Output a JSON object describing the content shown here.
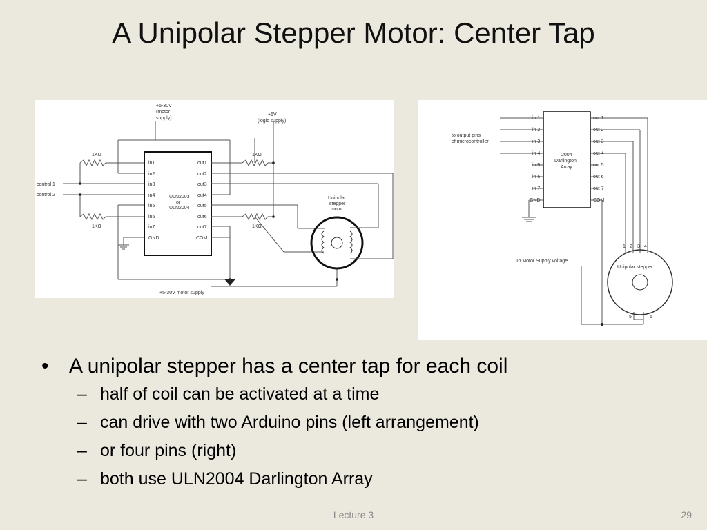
{
  "slide": {
    "title": "A Unipolar Stepper Motor: Center Tap",
    "footer": "Lecture 3",
    "page_number": "29"
  },
  "left_diagram": {
    "motor_supply_top": "+5-30V",
    "motor_supply_top_2": "(motor",
    "motor_supply_top_3": "supply)",
    "logic_supply": "+5V",
    "logic_supply_2": "(logic supply)",
    "resistor_label": "1KΩ",
    "control_1": "control 1",
    "control_2": "control 2",
    "inputs": [
      "in1",
      "in2",
      "in3",
      "in4",
      "in5",
      "in6",
      "in7",
      "GND"
    ],
    "outputs": [
      "out1",
      "out2",
      "out3",
      "out4",
      "out5",
      "out6",
      "out7",
      "COM"
    ],
    "chip_line1": "ULN2003",
    "chip_line2": "or",
    "chip_line3": "ULN2004",
    "motor_line1": "Unipolar",
    "motor_line2": "stepper",
    "motor_line3": "motor",
    "motor_supply_bottom": "+5-30V motor supply"
  },
  "right_diagram": {
    "inputs": [
      "in 1",
      "in 2",
      "in 3",
      "in 4",
      "in 5",
      "in 6",
      "in 7",
      "GND"
    ],
    "outputs": [
      "out 1",
      "out 2",
      "out 3",
      "out 4",
      "out 5",
      "out 6",
      "out 7",
      "COM"
    ],
    "chip_line1": "2004",
    "chip_line2": "Darlington",
    "chip_line3": "Array",
    "output_pins_1": "to output pins",
    "output_pins_2": "of microcontroller",
    "motor_supply_voltage": "To Motor Supply voltage",
    "motor_label": "Unipolar stepper",
    "pin_numbers": [
      "1",
      "2",
      "3",
      "4"
    ],
    "pin_5": "5",
    "pin_6": "6"
  },
  "bullets": {
    "main": "A unipolar stepper has a center tap for each coil",
    "subs": [
      "half of coil can be activated at a time",
      "can drive with two Arduino pins (left arrangement)",
      "or four pins (right)",
      "both use ULN2004 Darlington Array"
    ]
  },
  "symbols": {
    "bullet": "•",
    "dash": "–"
  }
}
